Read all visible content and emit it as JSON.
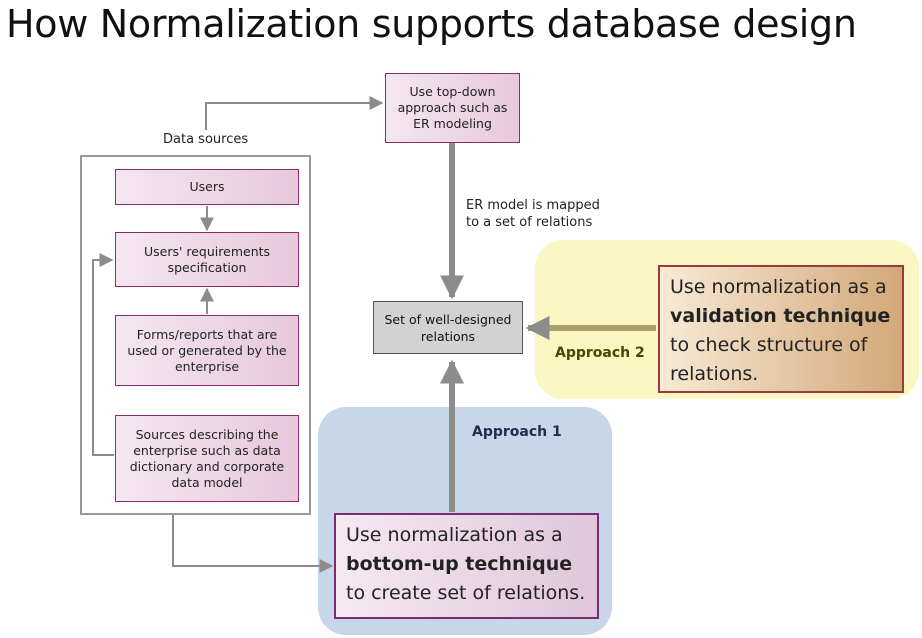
{
  "title": "How Normalization supports database design",
  "data_sources_label": "Data sources",
  "boxes": {
    "top_down": "Use top-down approach such as ER modeling",
    "users": "Users",
    "requirements": "Users' requirements specification",
    "forms": "Forms/reports that are used or generated by the enterprise",
    "sources": "Sources describing the enterprise such as data dictionary and corporate data model",
    "relations": "Set of well-designed relations"
  },
  "er_mapped_label": "ER model is mapped to a set of relations",
  "approach1": {
    "label": "Approach 1",
    "text_pre": "Use normalization as a ",
    "text_bold": "bottom-up technique",
    "text_post": " to create set of relations."
  },
  "approach2": {
    "label": "Approach 2",
    "text_pre": "Use normalization as a ",
    "text_bold": "validation technique",
    "text_post": " to check structure of relations."
  },
  "colors": {
    "box_border": "#8b2a6f",
    "arrow": "#8c8c8c",
    "blue_region": "#c7d6e9",
    "yellow_region": "#fbf7c3"
  }
}
